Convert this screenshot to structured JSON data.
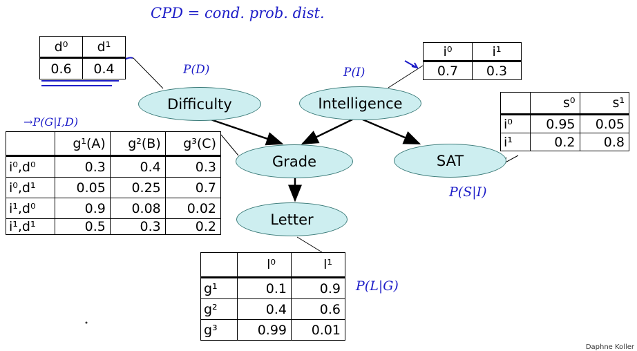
{
  "nodes": {
    "difficulty": "Difficulty",
    "intelligence": "Intelligence",
    "grade": "Grade",
    "sat": "SAT",
    "letter": "Letter"
  },
  "annotations": {
    "cpd": "CPD = cond.   prob.   dist.",
    "p_d": "P(D)",
    "p_i": "P(I)",
    "p_g": "→P(G|I,D)",
    "p_s": "P(S|I)",
    "p_l": "P(L|G)"
  },
  "cpt_d": {
    "headers": [
      "d⁰",
      "d¹"
    ],
    "values": [
      "0.6",
      "0.4"
    ]
  },
  "cpt_i": {
    "headers": [
      "i⁰",
      "i¹"
    ],
    "values": [
      "0.7",
      "0.3"
    ]
  },
  "cpt_s": {
    "headers": [
      "",
      "s⁰",
      "s¹"
    ],
    "rows": [
      [
        "i⁰",
        "0.95",
        "0.05"
      ],
      [
        "i¹",
        "0.2",
        "0.8"
      ]
    ]
  },
  "cpt_g": {
    "headers": [
      "",
      "g¹(A)",
      "g²(B)",
      "g³(C)"
    ],
    "rows": [
      [
        "i⁰,d⁰",
        "0.3",
        "0.4",
        "0.3"
      ],
      [
        "i⁰,d¹",
        "0.05",
        "0.25",
        "0.7"
      ],
      [
        "i¹,d⁰",
        "0.9",
        "0.08",
        "0.02"
      ],
      [
        "i¹,d¹",
        "0.5",
        "0.3",
        "0.2"
      ]
    ]
  },
  "cpt_l": {
    "headers": [
      "",
      "l⁰",
      "l¹"
    ],
    "rows": [
      [
        "g¹",
        "0.1",
        "0.9"
      ],
      [
        "g²",
        "0.4",
        "0.6"
      ],
      [
        "g³",
        "0.99",
        "0.01"
      ]
    ]
  },
  "credit": "Daphne Koller"
}
